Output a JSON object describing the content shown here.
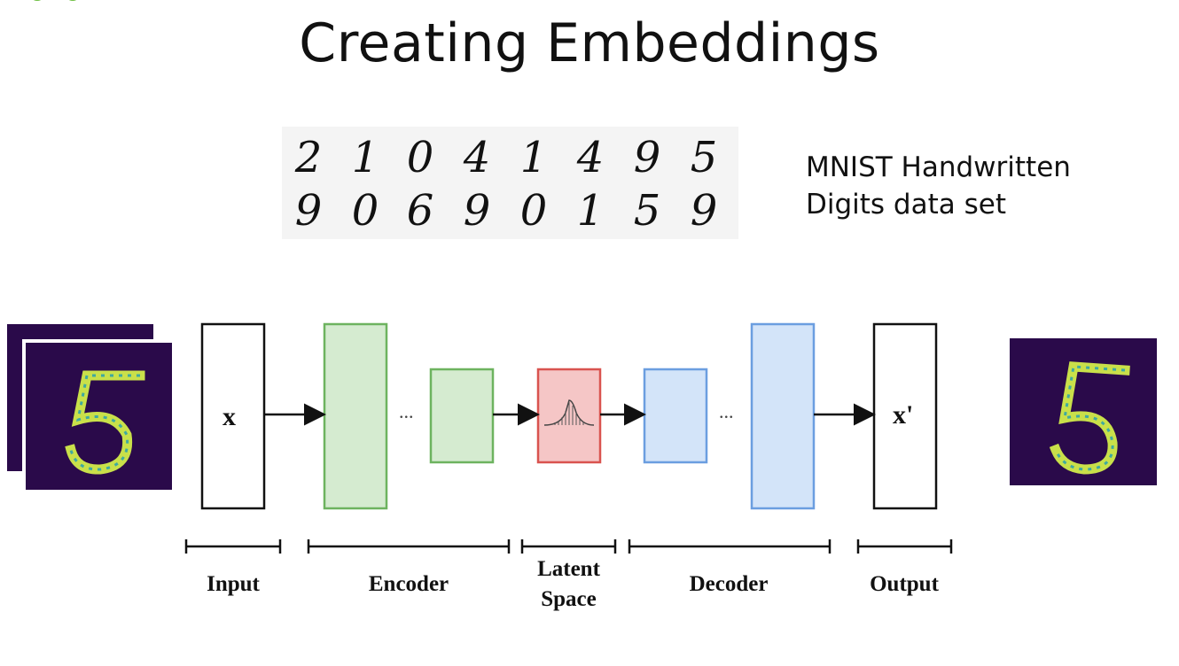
{
  "title": "Creating Embeddings",
  "mnist": {
    "caption_line1": "MNIST Handwritten",
    "caption_line2": "Digits data set",
    "row1": [
      "2",
      "1",
      "0",
      "4",
      "1",
      "4",
      "9",
      "5"
    ],
    "row2": [
      "9",
      "0",
      "6",
      "9",
      "0",
      "1",
      "5",
      "9"
    ]
  },
  "diagram": {
    "input_symbol": "x",
    "output_symbol": "x'",
    "ellipsis": "...",
    "stages": {
      "input": "Input",
      "encoder": "Encoder",
      "latent_line1": "Latent",
      "latent_line2": "Space",
      "decoder": "Decoder",
      "output": "Output"
    },
    "colors": {
      "encoder_fill": "#d5ebd0",
      "encoder_stroke": "#6db35f",
      "latent_fill": "#f5c6c6",
      "latent_stroke": "#d9534f",
      "decoder_fill": "#d3e4f9",
      "decoder_stroke": "#6b9ee0",
      "digit_bg": "#2a0a4a",
      "digit_stroke": "#c9e04a"
    }
  }
}
